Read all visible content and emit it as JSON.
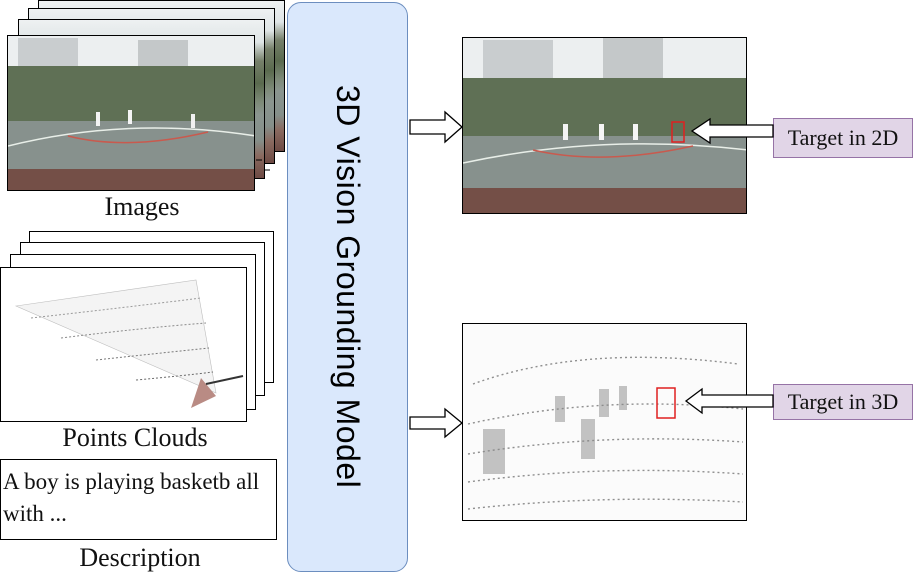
{
  "inputs": {
    "images_label": "Images",
    "points_label": "Points Clouds",
    "description_label": "Description",
    "description_text": "A boy is playing basketb all with ..."
  },
  "model": {
    "label": "3D Vision Grounding Model"
  },
  "outputs": {
    "target_2d_label": "Target in 2D",
    "target_3d_label": "Target in 3D"
  },
  "colors": {
    "model_fill": "#dae8fc",
    "model_border": "#6c8ebf",
    "label_fill": "#e1d5e7",
    "label_border": "#9673a6",
    "bbox": "#e02020"
  }
}
